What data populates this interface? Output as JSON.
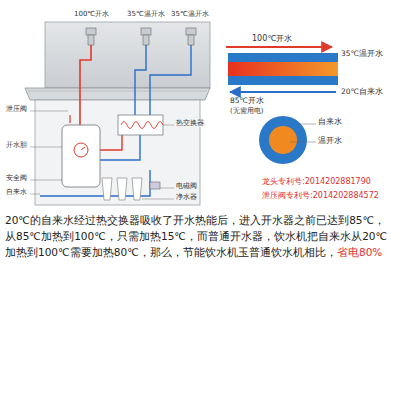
{
  "diagram": {
    "caption": "20℃的自来水经过热交换器吸收了开水热能后，进入开水器之前已达到85℃，从85℃加热到100℃，只需加热15℃，而普通开水器，饮水机把自来水从20℃加热到100℃需要加热80℃，那么，节能饮水机玉普通饮水机相比，",
    "labels": [
      "100℃开水",
      "35℃温开水",
      "35℃温开水",
      "泄压阀",
      "开水胆",
      "安全阀",
      "自来水",
      "热交换器",
      "电磁阀",
      "净水器",
      "100℃开水",
      "35℃温开水",
      "85℃开水",
      "(无需用电)",
      "20℃自来水",
      "自来水",
      "温开水",
      "龙头专利号:2014202881790",
      "泄压阀专利号:2014202884572",
      "省电80%"
    ]
  }
}
